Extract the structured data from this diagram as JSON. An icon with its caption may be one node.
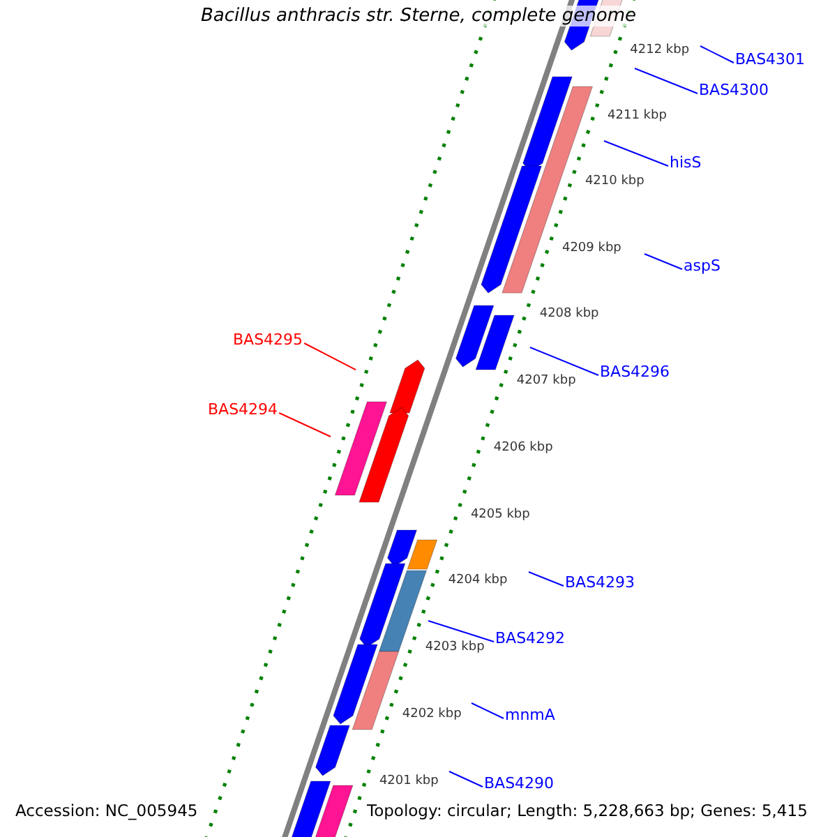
{
  "diagram": {
    "title": "Bacillus anthracis str. Sterne, complete genome",
    "nodes": [
      {
        "text": [
          "BAS4301"
        ]
      },
      {
        "text": [
          "BAS4300"
        ]
      },
      {
        "text": [
          "hisS"
        ]
      },
      {
        "text": [
          "aspS"
        ]
      },
      {
        "text": [
          "BAS4296"
        ]
      },
      {
        "text": [
          "BAS4295"
        ]
      },
      {
        "text": [
          "BAS4294"
        ]
      },
      {
        "text": [
          "BAS4293"
        ]
      },
      {
        "text": [
          "BAS4292"
        ]
      },
      {
        "text": [
          "mnmA"
        ]
      },
      {
        "text": [
          "BAS4290"
        ]
      }
    ],
    "edges": [
      {
        "from": 0,
        "to": null,
        "arrow": "none"
      },
      {
        "from": 1,
        "to": null,
        "arrow": "none"
      },
      {
        "from": 2,
        "to": null,
        "arrow": "none"
      },
      {
        "from": 3,
        "to": null,
        "arrow": "none"
      },
      {
        "from": 4,
        "to": null,
        "arrow": "none"
      },
      {
        "from": 5,
        "to": null,
        "arrow": "none",
        "color": "#ff0000"
      },
      {
        "from": 6,
        "to": null,
        "arrow": "none",
        "color": "#ff0000"
      },
      {
        "from": 7,
        "to": null,
        "arrow": "none"
      },
      {
        "from": 8,
        "to": null,
        "arrow": "none"
      },
      {
        "from": 9,
        "to": null,
        "arrow": "none"
      },
      {
        "from": 10,
        "to": null,
        "arrow": "none"
      }
    ],
    "labels": [
      "4212 kbp",
      "4211 kbp",
      "4210 kbp",
      "4209 kbp",
      "4208 kbp",
      "4207 kbp",
      "4206 kbp",
      "4205 kbp",
      "4204 kbp",
      "4203 kbp",
      "4202 kbp",
      "4201 kbp",
      "Accession: NC_005945",
      "Topology: circular; Length: 5,228,663 bp; Genes: 5,415"
    ]
  }
}
